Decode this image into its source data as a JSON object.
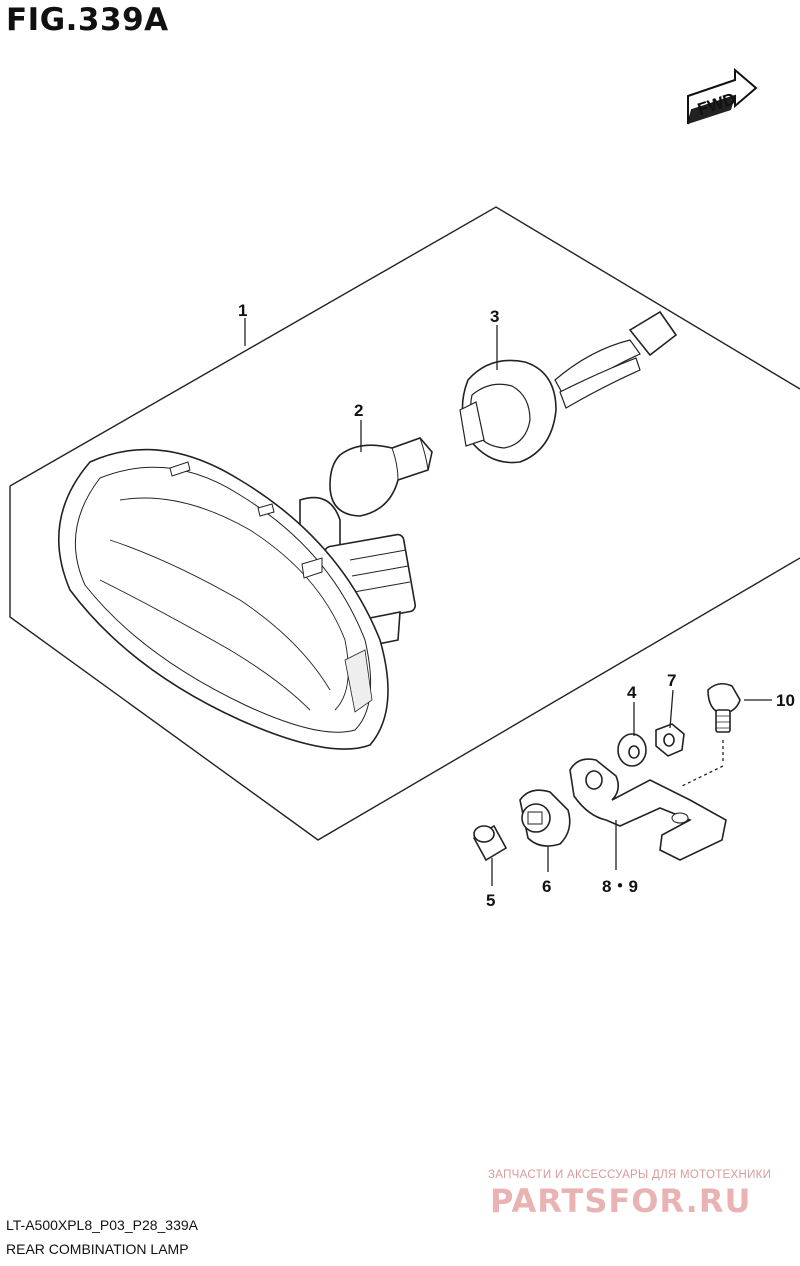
{
  "figure": {
    "title": "FIG.339A",
    "fwd_label": "FWD"
  },
  "callouts": {
    "c1": "1",
    "c2": "2",
    "c3": "3",
    "c4": "4",
    "c5": "5",
    "c6": "6",
    "c7": "7",
    "c89": "8・9",
    "c10": "10"
  },
  "footer": {
    "code": "LT-A500XPL8_P03_P28_339A",
    "name": "REAR COMBINATION LAMP"
  },
  "watermark": {
    "tagline": "ЗАПЧАСТИ И АКСЕССУАРЫ ДЛЯ МОТОТЕХНИКИ",
    "brand": "PARTSFOR.RU"
  }
}
